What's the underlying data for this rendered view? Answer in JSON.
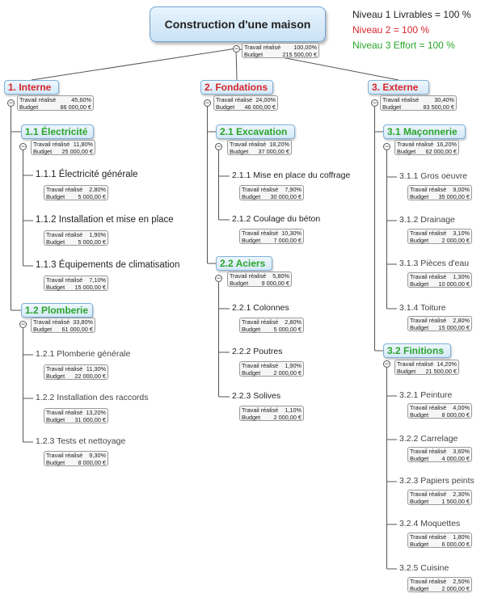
{
  "root": {
    "title": "Construction d'une maison",
    "travail_label": "Travail réalisé",
    "travail": "100,00%",
    "budget_label": "Budget",
    "budget": "215 500,00 €"
  },
  "legend": [
    {
      "text": "Niveau 1 Livrables = 100 %",
      "color": "#222222"
    },
    {
      "text": "Niveau 2 = 100 %",
      "color": "#d6262b"
    },
    {
      "text": "Niveau 3 Effort = 100 %",
      "color": "#2aa52a"
    }
  ],
  "colors": {
    "level1": "#d6262b",
    "level2": "#2aa52a",
    "line": "#555555"
  },
  "branches": [
    {
      "label": "1.  Interne",
      "travail": "45,60%",
      "budget": "86 000,00 €",
      "children": [
        {
          "label": "1.1  Électricité",
          "travail": "11,80%",
          "budget": "25 000,00 €",
          "items": [
            {
              "label": "1.1.1  Électricité générale",
              "travail": "2,80%",
              "budget": "5 000,00 €"
            },
            {
              "label": "1.1.2  Installation et mise en place",
              "travail": "1,90%",
              "budget": "5 000,00 €"
            },
            {
              "label": "1.1.3  Équipements de climatisation",
              "travail": "7,10%",
              "budget": "15 000,00 €"
            }
          ]
        },
        {
          "label": "1.2  Plomberie",
          "travail": "33,80%",
          "budget": "61 000,00 €",
          "items": [
            {
              "label": "1.2.1  Plomberie générale",
              "travail": "11,30%",
              "budget": "22 000,00 €"
            },
            {
              "label": "1.2.2  Installation des raccords",
              "travail": "13,20%",
              "budget": "31 000,00 €"
            },
            {
              "label": "1.2.3  Tests et nettoyage",
              "travail": "9,30%",
              "budget": "8 000,00 €"
            }
          ]
        }
      ]
    },
    {
      "label": "2.  Fondations",
      "travail": "24,00%",
      "budget": "46 000,00 €",
      "children": [
        {
          "label": "2.1  Excavation",
          "travail": "18,20%",
          "budget": "37 000,00 €",
          "items": [
            {
              "label": "2.1.1  Mise en place du coffrage",
              "travail": "7,90%",
              "budget": "30 000,00 €"
            },
            {
              "label": "2.1.2  Coulage du béton",
              "travail": "10,30%",
              "budget": "7 000,00 €"
            }
          ]
        },
        {
          "label": "2.2  Aciers",
          "travail": "5,80%",
          "budget": "9 000,00 €",
          "items": [
            {
              "label": "2.2.1  Colonnes",
              "travail": "2,80%",
              "budget": "5 000,00 €"
            },
            {
              "label": "2.2.2  Poutres",
              "travail": "1,90%",
              "budget": "2 000,00 €"
            },
            {
              "label": "2.2.3  Solives",
              "travail": "1,10%",
              "budget": "2 000,00 €"
            }
          ]
        }
      ]
    },
    {
      "label": "3.  Externe",
      "travail": "30,40%",
      "budget": "83 500,00 €",
      "children": [
        {
          "label": "3.1  Maçonnerie",
          "travail": "16,20%",
          "budget": "62 000,00 €",
          "items": [
            {
              "label": "3.1.1  Gros oeuvre",
              "travail": "9,00%",
              "budget": "35 000,00 €"
            },
            {
              "label": "3.1.2  Drainage",
              "travail": "3,10%",
              "budget": "2 000,00 €"
            },
            {
              "label": "3.1.3  Pièces d'eau",
              "travail": "1,30%",
              "budget": "10 000,00 €"
            },
            {
              "label": "3.1.4  Toiture",
              "travail": "2,80%",
              "budget": "15 000,00 €"
            }
          ]
        },
        {
          "label": "3.2  Finitions",
          "travail": "14,20%",
          "budget": "21 500,00 €",
          "items": [
            {
              "label": "3.2.1  Peinture",
              "travail": "4,00%",
              "budget": "8 000,00 €"
            },
            {
              "label": "3.2.2  Carrelage",
              "travail": "3,60%",
              "budget": "4 000,00 €"
            },
            {
              "label": "3.2.3  Papiers peints",
              "travail": "2,30%",
              "budget": "1 500,00 €"
            },
            {
              "label": "3.2.4  Moquettes",
              "travail": "1,80%",
              "budget": "6 000,00 €"
            },
            {
              "label": "3.2.5  Cuisine",
              "travail": "2,50%",
              "budget": "2 000,00 €"
            }
          ]
        }
      ]
    }
  ]
}
